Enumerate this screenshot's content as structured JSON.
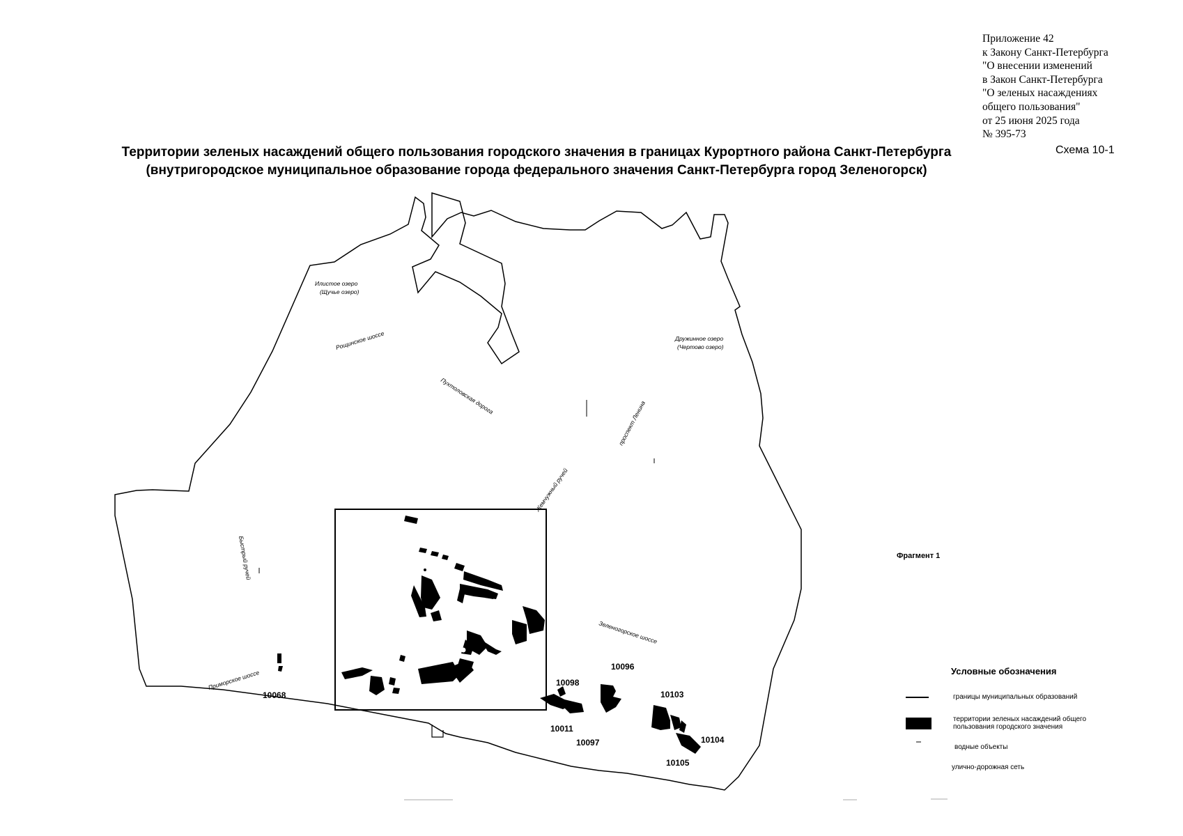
{
  "appendix": {
    "lines": [
      "Приложение 42",
      "к Закону Санкт-Петербурга",
      "\"О внесении изменений",
      "в Закон Санкт-Петербурга",
      "\"О зеленых насаждениях",
      "общего пользования\"",
      "от 25 июня 2025 года",
      "№ 395-73"
    ]
  },
  "title": {
    "line1": "Территории зеленых насаждений общего пользования городского значения в границах Курортного района Санкт-Петербурга",
    "line2": "(внутригородское муниципальное образование города федерального значения Санкт-Петербурга город Зеленогорск)"
  },
  "schema": "Схема 10-1",
  "fragment_label": "Фрагмент 1",
  "map": {
    "lakes": [
      {
        "name": "Илистое озеро",
        "alt": "(Щучье озеро)"
      },
      {
        "name": "Дружинное озеро",
        "alt": "(Чертово озеро)"
      }
    ],
    "roads": [
      "Рощинское шоссе",
      "Пухтоловская дорога",
      "проспект Ленина",
      "Жемчужный ручей",
      "Быстрый ручей",
      "Зеленогорское шоссе",
      "Приморское шоссе"
    ],
    "area_ids": [
      "10068",
      "10098",
      "10096",
      "10103",
      "10011",
      "10097",
      "10104",
      "10105"
    ]
  },
  "legend": {
    "title": "Условные обозначения",
    "items": [
      {
        "icon": "boundary-line",
        "label": "границы муниципальных образований"
      },
      {
        "icon": "green-area-fill",
        "label": "территории зеленых насаждений общего пользования городского значения"
      },
      {
        "icon": "water-symbol",
        "label": "водные объекты"
      },
      {
        "icon": "road-network",
        "label": "улично-дорожная сеть"
      }
    ]
  },
  "colors": {
    "ink": "#000000",
    "background": "#ffffff"
  }
}
